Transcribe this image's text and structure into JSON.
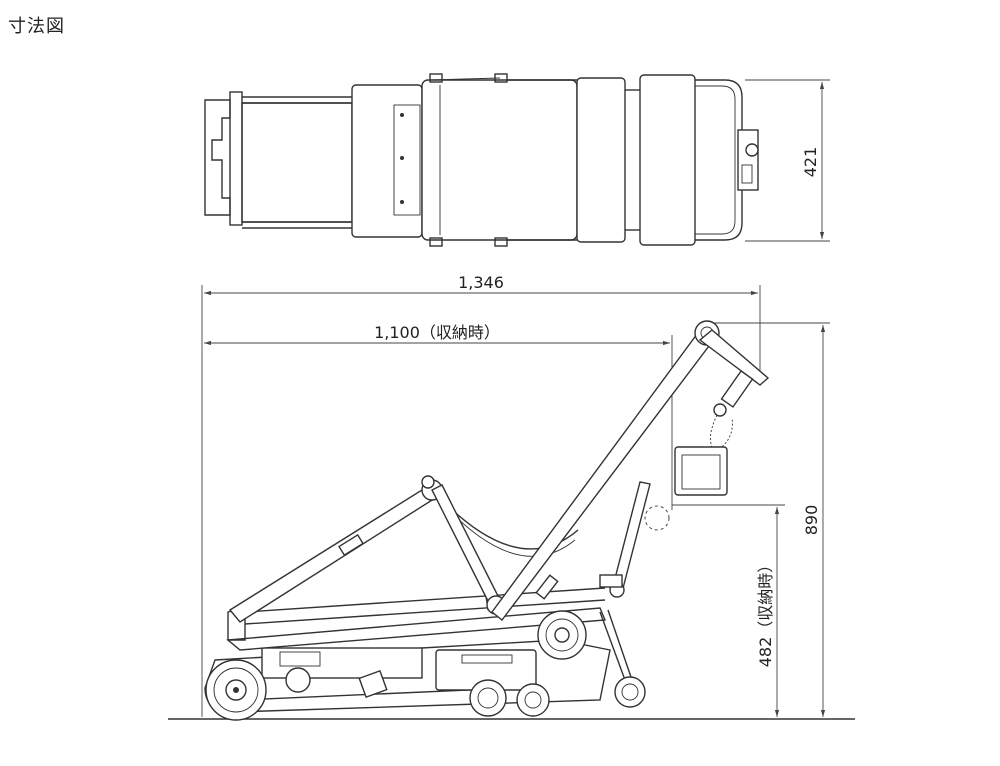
{
  "title": "寸法図",
  "dimensions": {
    "width_top": "421",
    "total_length": "1,346",
    "stored_length": "1,100（収納時）",
    "height": "890",
    "stored_height": "482（収納時）"
  }
}
